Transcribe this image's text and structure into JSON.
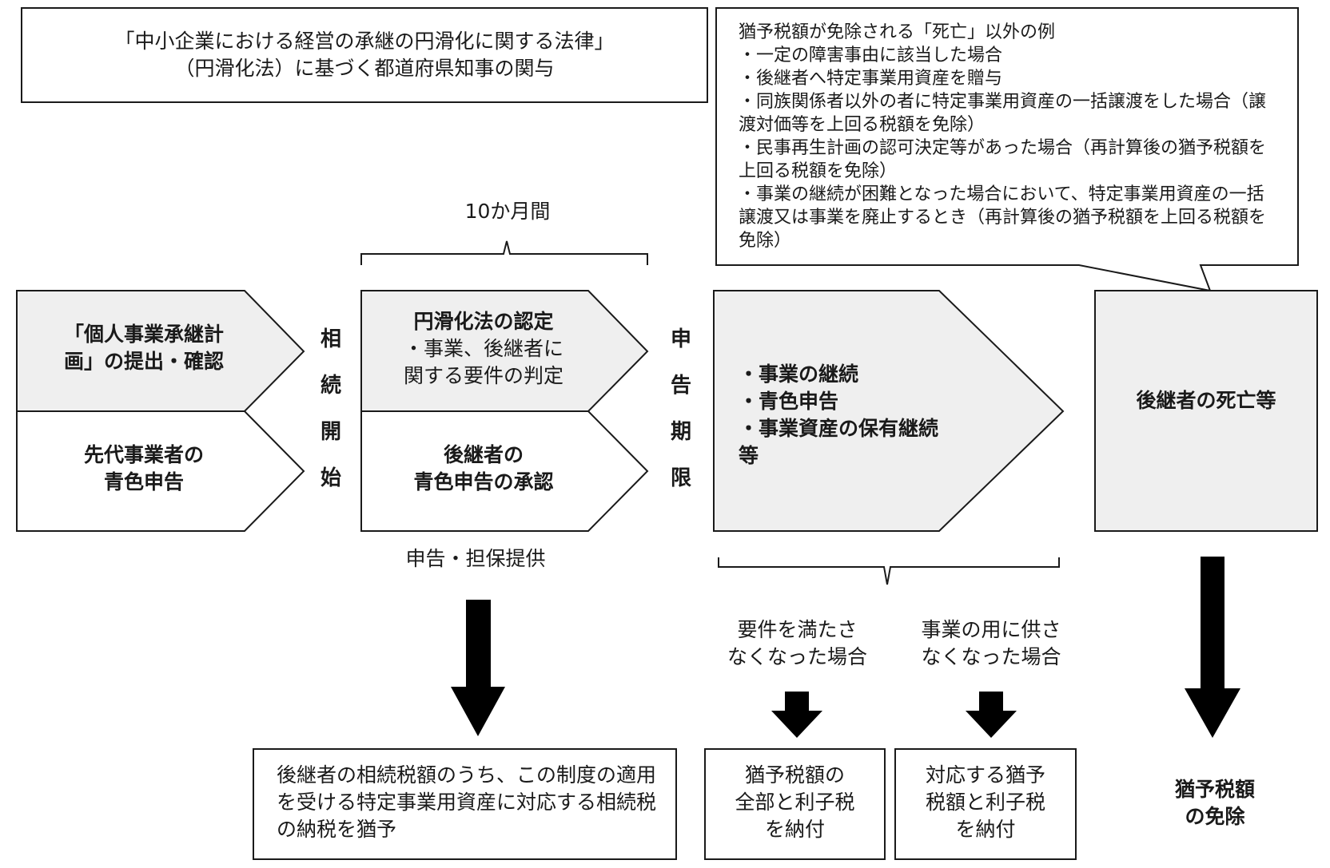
{
  "law_box": {
    "line1": "「中小企業における経営の承継の円滑化に関する法律」",
    "line2": "（円滑化法）に基づく都道府県知事の関与"
  },
  "callout": {
    "title": "猶予税額が免除される「死亡」以外の例",
    "items": [
      "・一定の障害事由に該当した場合",
      "・後継者へ特定事業用資産を贈与",
      "・同族関係者以外の者に特定事業用資産の一括譲渡をした場合（譲渡対価等を上回る税額を免除）",
      "・民事再生計画の認可決定等があった場合（再計算後の猶予税額を上回る税額を免除）",
      "・事業の継続が困難となった場合において、特定事業用資産の一括譲渡又は事業を廃止するとき（再計算後の猶予税額を上回る税額を免除）"
    ]
  },
  "period_label": "10か月間",
  "step1": {
    "top": "「個人事業承継計\n画」の提出・確認",
    "bottom": "先代事業者の\n青色申告"
  },
  "marker1": "相\n続\n開\n始",
  "step2": {
    "top_title": "円滑化法の認定",
    "top_body": "・事業、後継者に\n関する要件の判定",
    "bottom": "後継者の\n青色申告の承認"
  },
  "marker2": "申\n告\n期\n限",
  "step3": {
    "text": "・事業の継続\n・青色申告\n・事業資産の保有継続\n等"
  },
  "step4": {
    "text": "後継者の死亡等"
  },
  "filing_label": "申告・担保提供",
  "condition_a": "要件を満たさ\nなくなった場合",
  "condition_b": "事業の用に供さ\nなくなった場合",
  "result_deferral": "後継者の相続税額のうち、この制度の適用を受ける特定事業用資産に対応する相続税の納税を猶予",
  "result_a": "猶予税額の\n全部と利子税\nを納付",
  "result_b": "対応する猶予\n税額と利子税\nを納付",
  "result_exempt": "猶予税額\nの免除",
  "colors": {
    "shaded_fill": "#efefef",
    "stroke": "#1a1a1a",
    "arrow": "#000000"
  }
}
